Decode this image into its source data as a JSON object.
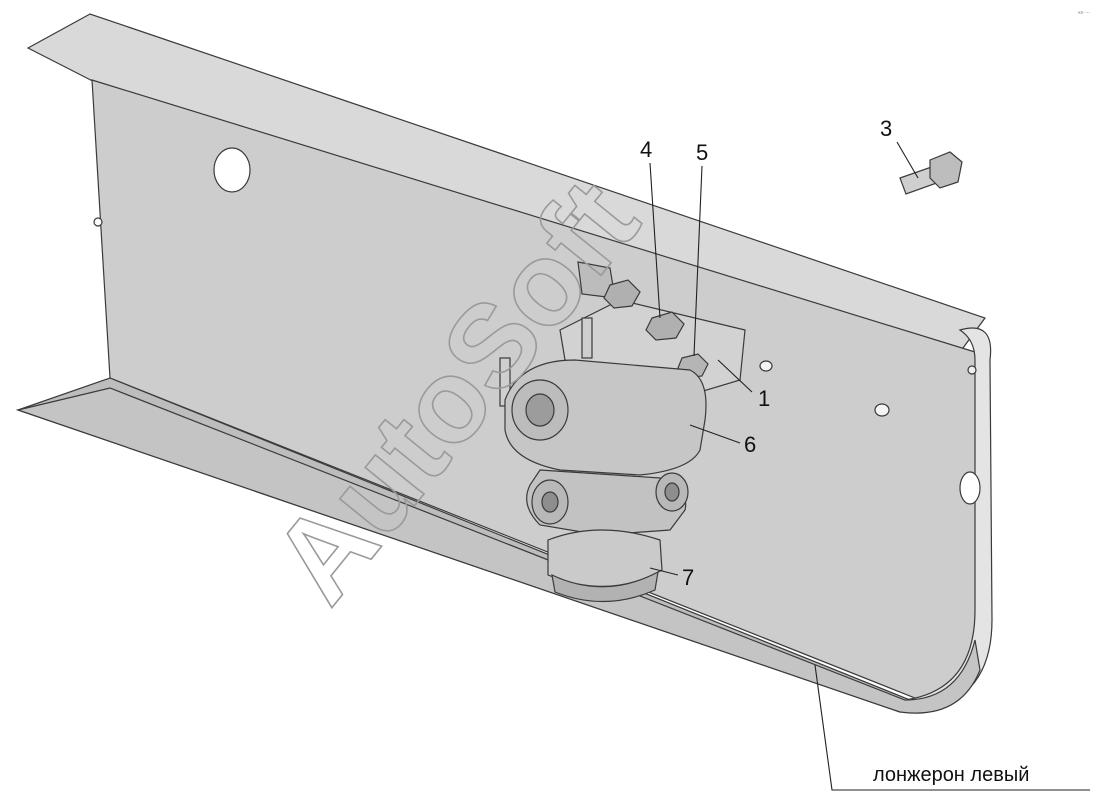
{
  "callouts": {
    "c1": "1",
    "c3": "3",
    "c4": "4",
    "c5": "5",
    "c6": "6",
    "c7": "7"
  },
  "caption": "лонжерон левый",
  "watermark": "AutoSoft",
  "corner_mark": "«» ···",
  "colors": {
    "rail_top": "#dcdcdc",
    "rail_web": "#cfcfcf",
    "rail_bottom": "#bdbdbd",
    "part": "#c8c8c8",
    "part_dark": "#9e9e9e",
    "line": "#222222"
  }
}
